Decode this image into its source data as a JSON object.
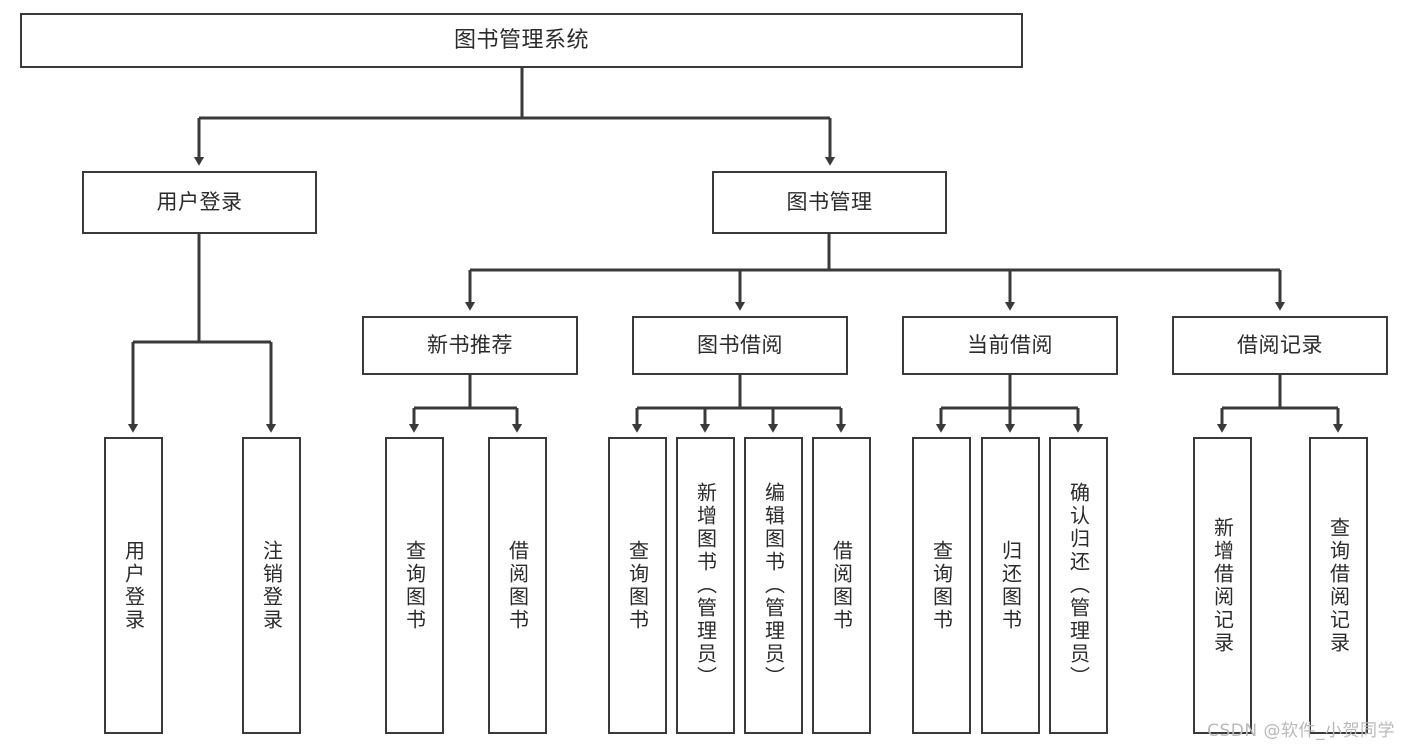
{
  "diagram": {
    "type": "tree-hierarchy",
    "title": "图书管理系统",
    "orientation": "top-down",
    "edge_color": "#3a3a3a",
    "node_border_color": "#3a3a3a",
    "node_fill_color": "#ffffff",
    "text_color": "#2b2b2b"
  },
  "nodes": {
    "root": {
      "label": "图书管理系统",
      "level": 0
    },
    "level1": [
      {
        "id": "user-login",
        "label": "用户登录"
      },
      {
        "id": "book-manage",
        "label": "图书管理"
      }
    ],
    "level2": [
      {
        "id": "new-book-rec",
        "label": "新书推荐",
        "parent": "book-manage"
      },
      {
        "id": "book-borrow",
        "label": "图书借阅",
        "parent": "book-manage"
      },
      {
        "id": "current-borrow",
        "label": "当前借阅",
        "parent": "book-manage"
      },
      {
        "id": "borrow-record",
        "label": "借阅记录",
        "parent": "book-manage"
      }
    ],
    "leaves": [
      {
        "id": "leaf-user-login",
        "label": "用户登录",
        "parent": "user-login"
      },
      {
        "id": "leaf-logout",
        "label": "注销登录",
        "parent": "user-login"
      },
      {
        "id": "leaf-query-book-1",
        "label": "查询图书",
        "parent": "new-book-rec"
      },
      {
        "id": "leaf-borrow-book-1",
        "label": "借阅图书",
        "parent": "new-book-rec"
      },
      {
        "id": "leaf-query-book-2",
        "label": "查询图书",
        "parent": "book-borrow"
      },
      {
        "id": "leaf-add-book",
        "label": "新增图书（管理员）",
        "parent": "book-borrow"
      },
      {
        "id": "leaf-edit-book",
        "label": "编辑图书（管理员）",
        "parent": "book-borrow"
      },
      {
        "id": "leaf-borrow-book-2",
        "label": "借阅图书",
        "parent": "book-borrow"
      },
      {
        "id": "leaf-query-book-3",
        "label": "查询图书",
        "parent": "current-borrow"
      },
      {
        "id": "leaf-return-book",
        "label": "归还图书",
        "parent": "current-borrow"
      },
      {
        "id": "leaf-confirm-return",
        "label": "确认归还（管理员）",
        "parent": "current-borrow"
      },
      {
        "id": "leaf-add-record",
        "label": "新增借阅记录",
        "parent": "borrow-record"
      },
      {
        "id": "leaf-query-record",
        "label": "查询借阅记录",
        "parent": "borrow-record"
      }
    ]
  },
  "watermark": {
    "text": "CSDN @软件_小贺同学"
  }
}
